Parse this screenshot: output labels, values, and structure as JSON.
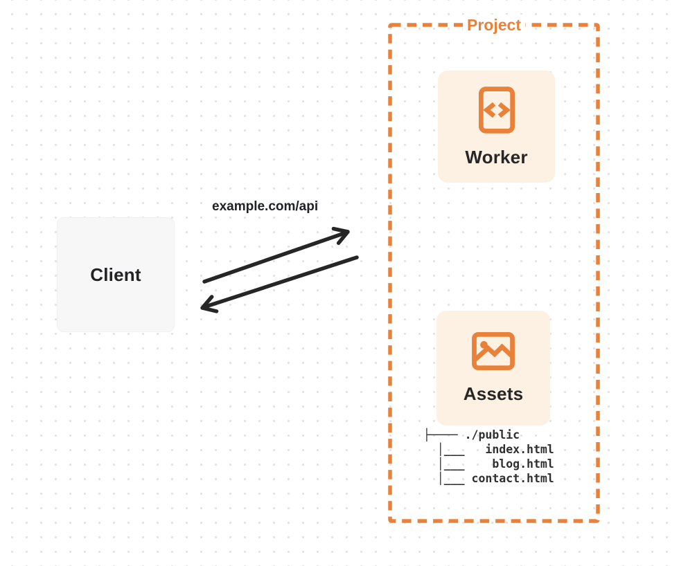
{
  "colors": {
    "accent_orange": "#e8823a",
    "card_background": "#fcf1e3",
    "client_background": "#f7f7f8",
    "ink": "#262626",
    "background_dot": "#e2e2e2"
  },
  "client": {
    "label": "Client"
  },
  "connection": {
    "label": "example.com/api",
    "arrows": [
      "request-arrow-right",
      "response-arrow-left"
    ]
  },
  "project": {
    "label": "Project",
    "worker": {
      "label": "Worker",
      "icon": "code-file-icon"
    },
    "assets": {
      "label": "Assets",
      "icon": "image-icon"
    },
    "tree": {
      "lines": [
        "├──── ./public",
        "  │___   index.html",
        "  │___    blog.html",
        "  │___ contact.html"
      ]
    }
  }
}
